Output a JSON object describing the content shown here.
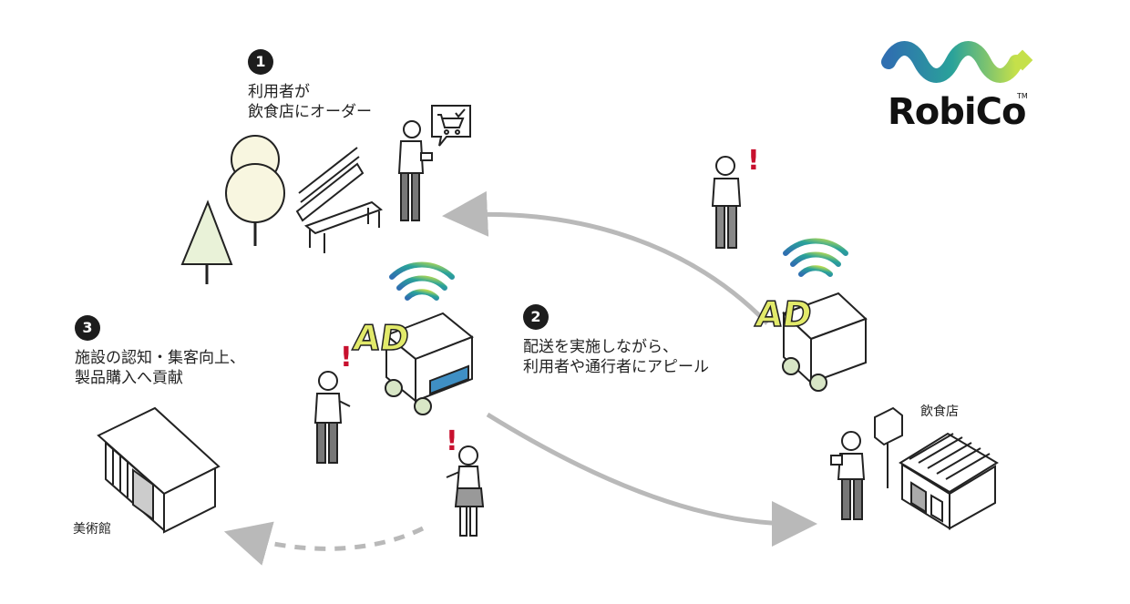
{
  "steps": [
    {
      "num": "1",
      "lines": [
        "利用者が",
        "飲食店にオーダー"
      ]
    },
    {
      "num": "2",
      "lines": [
        "配送を実施しながら、",
        "利用者や通行者にアピール"
      ]
    },
    {
      "num": "3",
      "lines": [
        "施設の認知・集客向上、",
        "製品購入へ貢献"
      ]
    }
  ],
  "labels": {
    "restaurant": "飲食店",
    "museum": "美術館"
  },
  "logo": {
    "text": "RobiCo",
    "tm": "TM"
  },
  "robot_sign": "AD",
  "alert_mark": "!",
  "colors": {
    "ink": "#1d1d1d",
    "arrow": "#b9b9b9",
    "robot_blue": "#3f8fc4",
    "ad_yellow": "#e2ea6a",
    "tree_cream": "#f8f6e0",
    "tree_green": "#e9f2d8",
    "logo_teal": "#2aa29a",
    "logo_lime": "#c5e04a"
  }
}
